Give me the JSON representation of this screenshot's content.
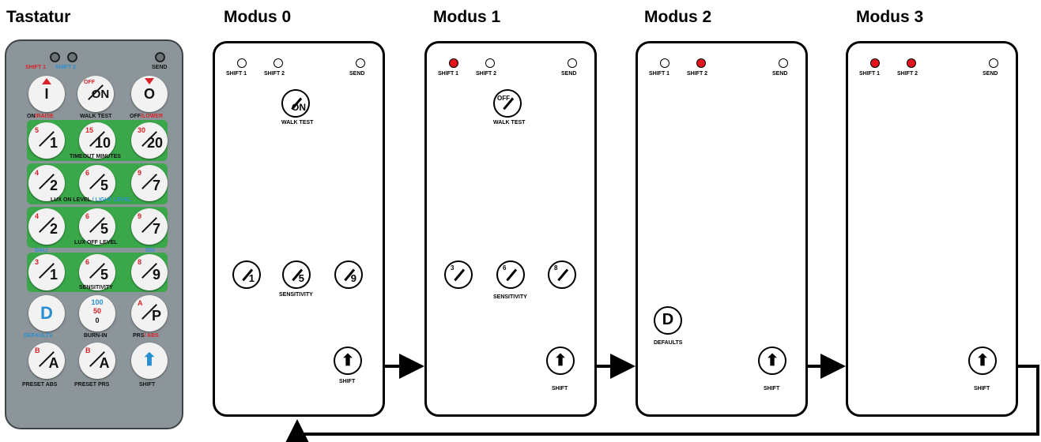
{
  "headings": {
    "keyboard": "Tastatur",
    "mode0": "Modus 0",
    "mode1": "Modus 1",
    "mode2": "Modus 2",
    "mode3": "Modus 3"
  },
  "remote": {
    "shift1": "SHIFT 1",
    "shift2": "SHIFT 2",
    "send": "SEND",
    "row1": {
      "b1": "I",
      "b1_cap_a": "ON",
      "b1_cap_b": "/RAISE",
      "b2_sup": "OFF",
      "b2": "ON",
      "b2_cap": "WALK TEST",
      "b3": "O",
      "b3_cap_a": "OFF",
      "b3_cap_b": "/LOWER"
    },
    "row2": {
      "b1_sup": "5",
      "b1": "1",
      "b2_sup": "15",
      "b2": "10",
      "b3_sup": "30",
      "b3": "20",
      "cap": "TIMEOUT MINUTES"
    },
    "row3": {
      "b1_sup": "4",
      "b1": "2",
      "b2_sup": "6",
      "b2": "5",
      "b3_sup": "9",
      "b3": "7",
      "cap_a": "LUX ON LEVEL",
      "cap_b": "/ LIGHT LEVEL"
    },
    "row4": {
      "b1_sup": "4",
      "b1": "2",
      "b2_sup": "6",
      "b2": "5",
      "b3_sup": "9",
      "b3": "7",
      "cap": "LUX OFF LEVEL",
      "left": "DALI",
      "right": "DSI"
    },
    "row5": {
      "b1_sup": "3",
      "b1": "1",
      "b2_sup": "6",
      "b2": "5",
      "b3_sup": "8",
      "b3": "9",
      "cap": "SENSITIVITY"
    },
    "row6": {
      "b1": "D",
      "b1_cap": "DEFAULTS",
      "b2_a": "100",
      "b2_b": "50",
      "b2_c": "0",
      "b2_cap": "BURN-IN",
      "b3_sup": "A",
      "b3": "P",
      "b3_cap_a": "PRS",
      "b3_cap_b": "/ ABS"
    },
    "row7": {
      "b1_sup": "B",
      "b1": "A",
      "b1_cap": "PRESET ABS",
      "b2_sup": "B",
      "b2": "A",
      "b2_cap": "PRESET PRS",
      "b3": "⬆",
      "b3_cap": "SHIFT"
    }
  },
  "panels": [
    {
      "shift1": "SHIFT 1",
      "shift2": "SHIFT 2",
      "send": "SEND",
      "top_sup": "",
      "top_main": "ON",
      "top_cap": "WALK TEST",
      "b1_sup": "",
      "b1_br": "1",
      "b2_sup": "",
      "b2_br": "5",
      "b3_sup": "",
      "b3_br": "9",
      "sens_cap": "SENSITIVITY",
      "shift_cap": "SHIFT"
    },
    {
      "shift1": "SHIFT 1",
      "shift2": "SHIFT 2",
      "send": "SEND",
      "top_sup": "OFF",
      "top_main": "",
      "top_cap": "WALK TEST",
      "b1_sup": "3",
      "b1_br": "",
      "b2_sup": "6",
      "b2_br": "",
      "b3_sup": "8",
      "b3_br": "",
      "sens_cap": "SENSITIVITY",
      "shift_cap": "SHIFT"
    },
    {
      "shift1": "SHIFT 1",
      "shift2": "SHIFT 2",
      "send": "SEND",
      "d": "D",
      "d_cap": "DEFAULTS",
      "shift_cap": "SHIFT"
    },
    {
      "shift1": "SHIFT 1",
      "shift2": "SHIFT 2",
      "send": "SEND",
      "shift_cap": "SHIFT"
    }
  ],
  "led_states": [
    {
      "shift1_on": false,
      "shift2_on": false
    },
    {
      "shift1_on": true,
      "shift2_on": false
    },
    {
      "shift1_on": false,
      "shift2_on": true
    },
    {
      "shift1_on": true,
      "shift2_on": true
    }
  ],
  "colors": {
    "led_on": "#e3141b",
    "remote_body": "#8c9599",
    "remote_band": "#3aa84a",
    "accent_red": "#d8232a",
    "accent_blue": "#2a8fd0"
  }
}
